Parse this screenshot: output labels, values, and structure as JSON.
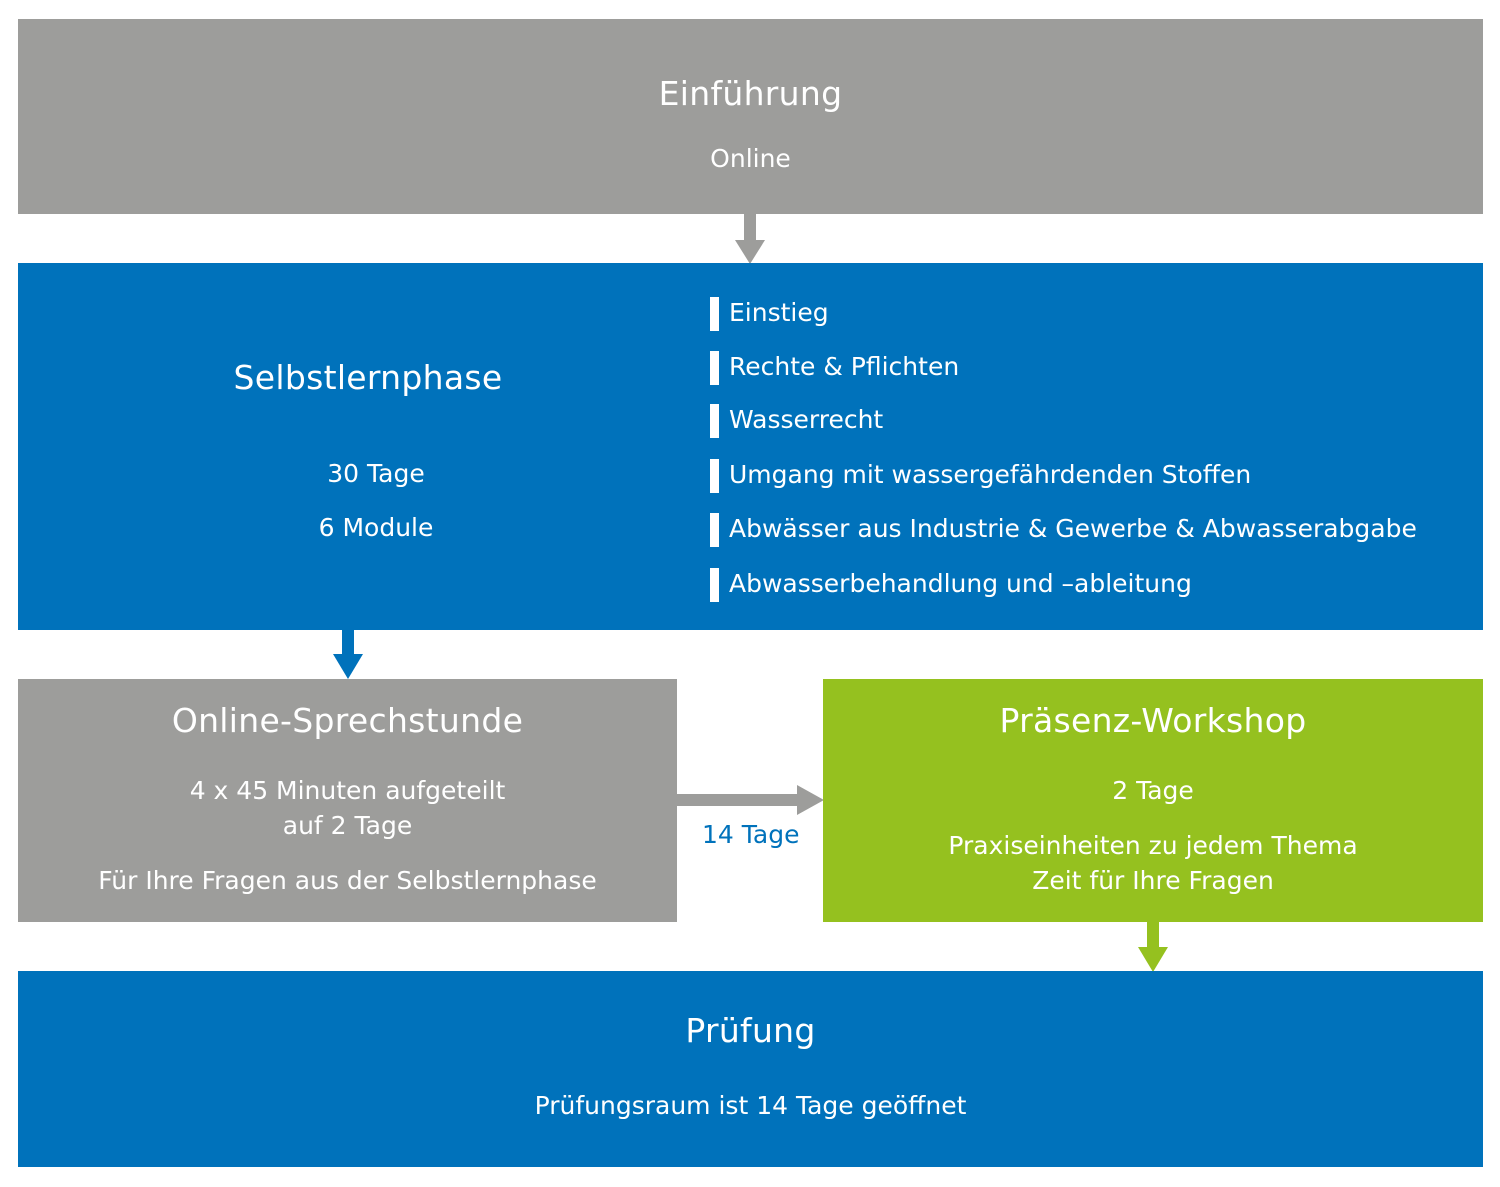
{
  "diagram": {
    "colors": {
      "gray": "#9d9d9b",
      "blue": "#0072bb",
      "green": "#95c11f",
      "text": "#ffffff"
    },
    "einfuehrung": {
      "title": "Einführung",
      "subtitle": "Online"
    },
    "selbstlernphase": {
      "title": "Selbstlernphase",
      "duration": "30 Tage",
      "modules": "6 Module",
      "items": [
        "Einstieg",
        "Rechte & Pflichten",
        "Wasserrecht",
        "Umgang mit wassergefährdenden Stoffen",
        "Abwässer aus Industrie & Gewerbe & Abwasserabgabe",
        "Abwasserbehandlung und –ableitung"
      ]
    },
    "sprechstunde": {
      "title": "Online-Sprechstunde",
      "line1": "4 x 45 Minuten aufgeteilt",
      "line2": "auf 2 Tage",
      "line3": "Für Ihre Fragen aus der Selbstlernphase"
    },
    "transition_label": "14 Tage",
    "workshop": {
      "title": "Präsenz-Workshop",
      "line1": "2 Tage",
      "line2": "Praxiseinheiten zu jedem Thema",
      "line3": "Zeit für Ihre Fragen"
    },
    "pruefung": {
      "title": "Prüfung",
      "subtitle": "Prüfungsraum ist 14 Tage geöffnet"
    }
  }
}
